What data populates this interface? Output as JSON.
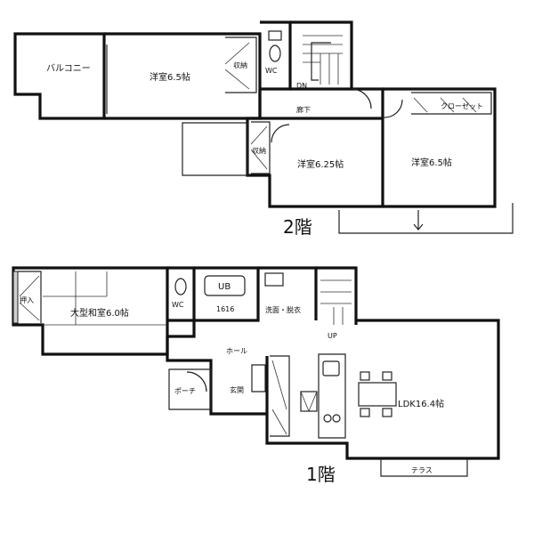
{
  "floor2": {
    "title": "2階",
    "rooms": {
      "balcony": "バルコニー",
      "western_a": "洋室6.5帖",
      "storage_a": "収納",
      "wc": "WC",
      "down": "DN",
      "corridor": "廊下",
      "closet": "クローゼット",
      "storage_b": "収納",
      "western_b": "洋室6.25帖",
      "western_c": "洋室6.5帖"
    }
  },
  "floor1": {
    "title": "1階",
    "rooms": {
      "oshiire": "押入",
      "japanese": "大型和室6.0帖",
      "wc": "WC",
      "bath": "UB",
      "bath_size": "1616",
      "washroom": "洗面・脱衣",
      "up": "UP",
      "hall": "ホール",
      "porch": "ポーチ",
      "entrance": "玄関",
      "ldk": "LDK16.4帖",
      "terrace": "テラス"
    }
  }
}
